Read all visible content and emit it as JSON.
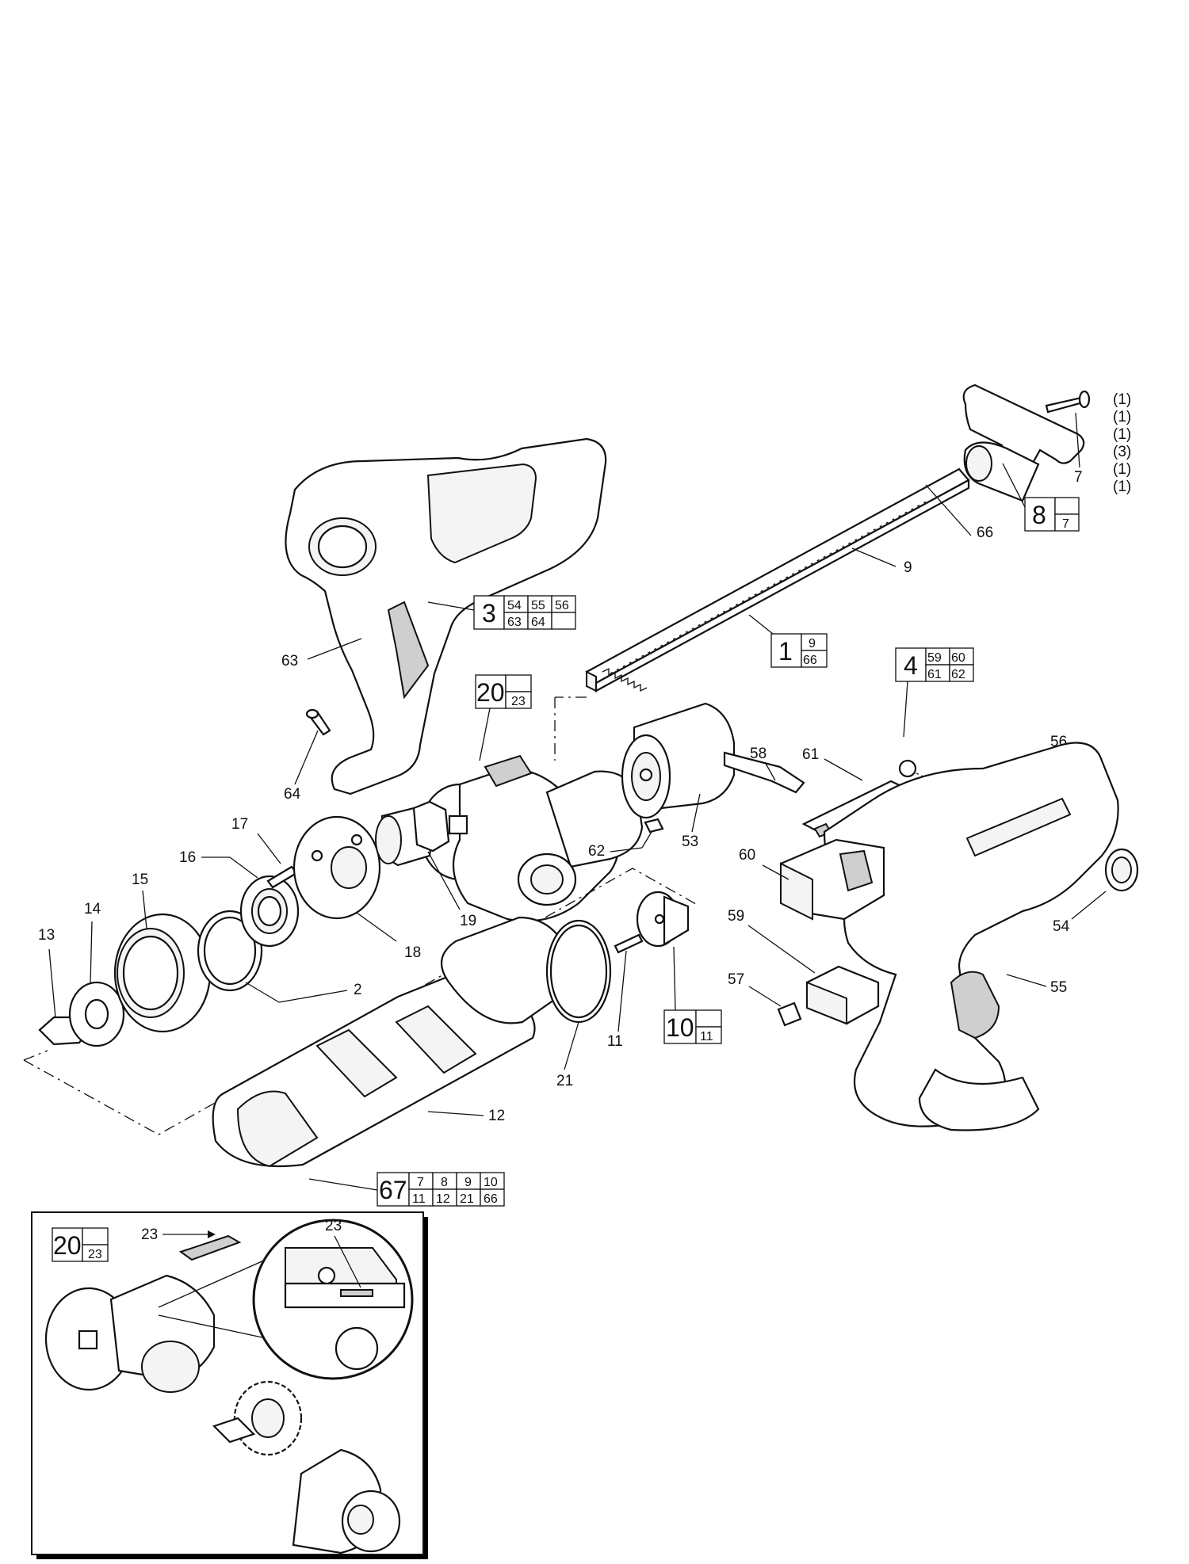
{
  "quantities": [
    "(1)",
    "(1)",
    "(1)",
    "(3)",
    "(1)",
    "(1)"
  ],
  "callouts": {
    "c2": "2",
    "c7": "7",
    "c9": "9",
    "c11": "11",
    "c12": "12",
    "c13": "13",
    "c14": "14",
    "c15": "15",
    "c16": "16",
    "c17": "17",
    "c18": "18",
    "c19": "19",
    "c21": "21",
    "c23a": "23",
    "c23b": "23",
    "c53": "53",
    "c54": "54",
    "c55": "55",
    "c56": "56",
    "c57": "57",
    "c58": "58",
    "c59": "59",
    "c60": "60",
    "c61": "61",
    "c62": "62",
    "c63": "63",
    "c64": "64",
    "c66": "66"
  },
  "kits": {
    "k1": {
      "main": "1",
      "subs": [
        "9",
        "66"
      ]
    },
    "k3": {
      "main": "3",
      "subs": [
        "54",
        "55",
        "56",
        "63",
        "64",
        ""
      ]
    },
    "k4": {
      "main": "4",
      "subs": [
        "59",
        "60",
        "61",
        "62"
      ]
    },
    "k8": {
      "main": "8",
      "subs": [
        "",
        "7"
      ]
    },
    "k10": {
      "main": "10",
      "subs": [
        "",
        "11"
      ]
    },
    "k20": {
      "main": "20",
      "subs": [
        "",
        "23"
      ]
    },
    "k20b": {
      "main": "20",
      "subs": [
        "",
        "23"
      ]
    },
    "k67": {
      "main": "67",
      "subs": [
        "7",
        "8",
        "9",
        "10",
        "11",
        "12",
        "21",
        "66"
      ]
    }
  }
}
